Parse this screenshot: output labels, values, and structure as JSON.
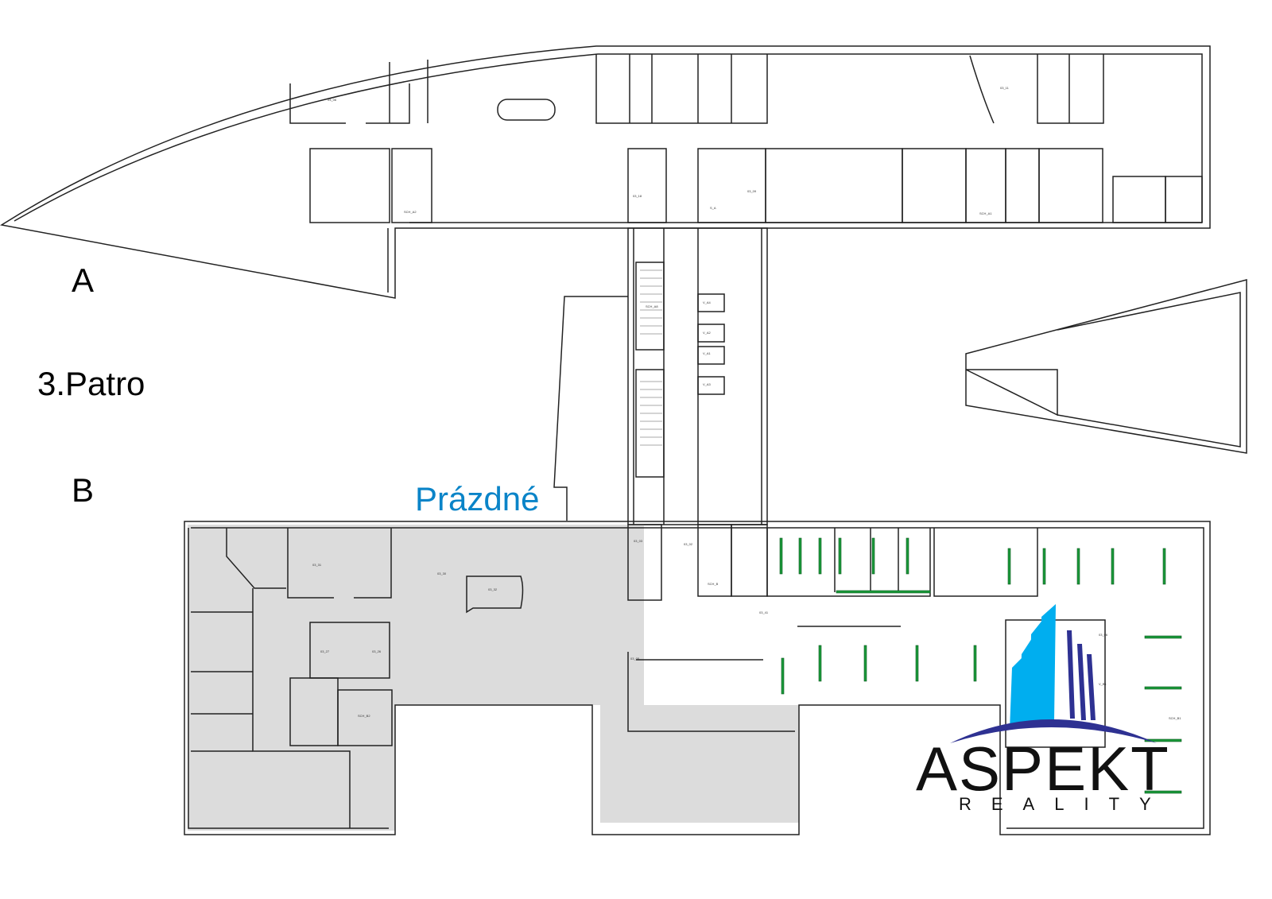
{
  "plan": {
    "wing_a_label": "A",
    "wing_b_label": "B",
    "floor_label": "3.Patro",
    "empty_label": "Prázdné",
    "empty_color": "#0a84c8",
    "vacant_fill": "#dcdcdc",
    "desk_color": "#1a9a3a",
    "rooms": [
      "03_06",
      "03_11",
      "SCH_A2",
      "03_18",
      "S_A",
      "03_09",
      "SCH_A1",
      "SCH_A8",
      "V_A4",
      "V_A2",
      "V_A1",
      "V_A3",
      "03_31",
      "03_30",
      "03_32",
      "03_27",
      "03_26",
      "SCH_B2",
      "03_03",
      "03_02",
      "03_05",
      "SCH_B",
      "03_41",
      "03_06",
      "V_B1",
      "SCH_B1"
    ]
  },
  "logo": {
    "name": "ASPEKT",
    "tagline": "REALITY",
    "light_blue": "#00aeef",
    "dark_blue": "#2e3192"
  }
}
